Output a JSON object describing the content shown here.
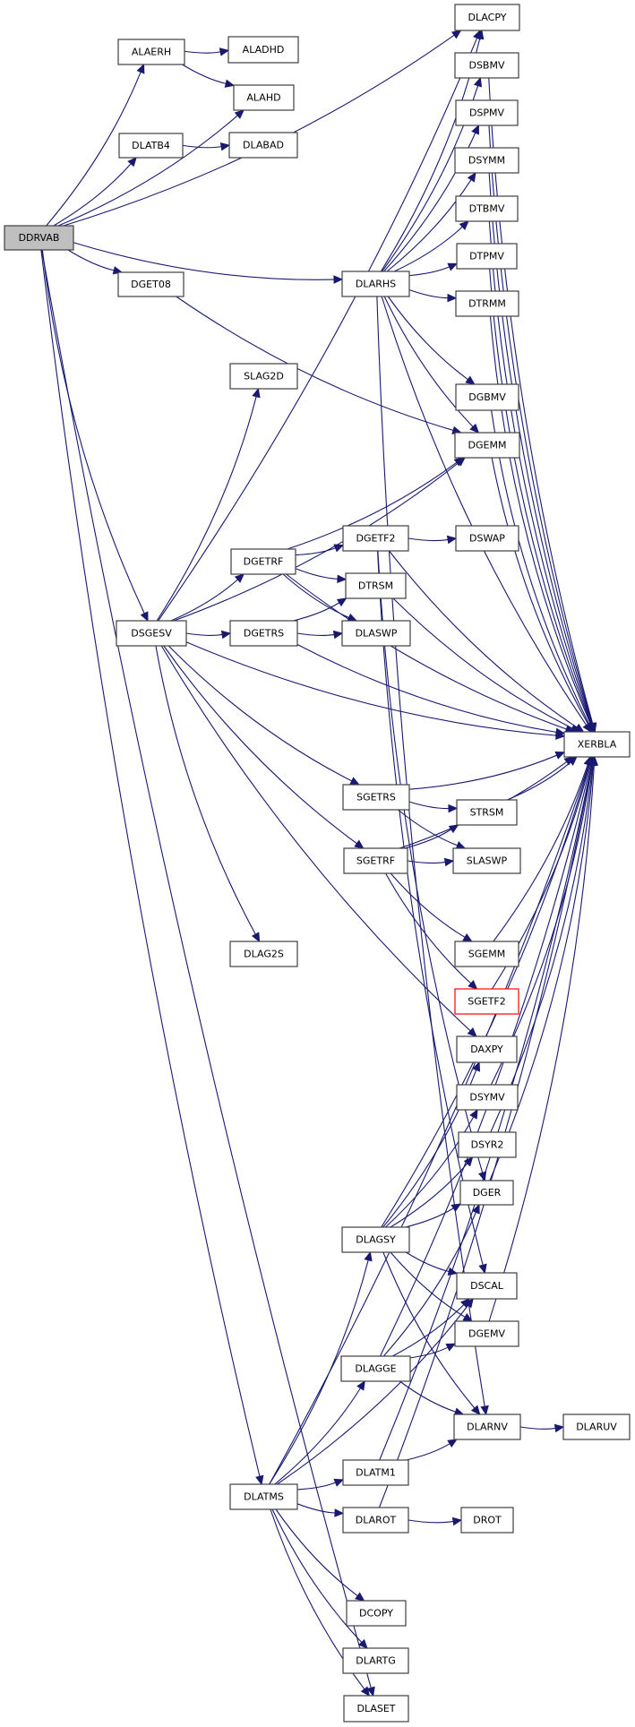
{
  "diagram": {
    "type": "call-graph",
    "root": "DDRVAB",
    "colors": {
      "edge": "#191970",
      "root_fill": "#bfbfbf",
      "node_border": "#404040",
      "highlight_border": "#ff0000"
    },
    "nodes": [
      {
        "id": "DDRVAB",
        "label": "DDRVAB",
        "style": "root"
      },
      {
        "id": "ALAERH",
        "label": "ALAERH"
      },
      {
        "id": "ALADHD",
        "label": "ALADHD"
      },
      {
        "id": "ALAHD",
        "label": "ALAHD"
      },
      {
        "id": "DLATB4",
        "label": "DLATB4"
      },
      {
        "id": "DLABAD",
        "label": "DLABAD"
      },
      {
        "id": "DGET08",
        "label": "DGET08"
      },
      {
        "id": "DLACPY",
        "label": "DLACPY"
      },
      {
        "id": "DSBMV",
        "label": "DSBMV"
      },
      {
        "id": "DSPMV",
        "label": "DSPMV"
      },
      {
        "id": "DSYMM",
        "label": "DSYMM"
      },
      {
        "id": "DTBMV",
        "label": "DTBMV"
      },
      {
        "id": "DTPMV",
        "label": "DTPMV"
      },
      {
        "id": "DTRMM",
        "label": "DTRMM"
      },
      {
        "id": "DLARHS",
        "label": "DLARHS"
      },
      {
        "id": "DGBMV",
        "label": "DGBMV"
      },
      {
        "id": "DGEMM",
        "label": "DGEMM"
      },
      {
        "id": "SLAG2D",
        "label": "SLAG2D"
      },
      {
        "id": "DGETF2",
        "label": "DGETF2"
      },
      {
        "id": "DSWAP",
        "label": "DSWAP"
      },
      {
        "id": "DGETRF",
        "label": "DGETRF"
      },
      {
        "id": "DTRSM",
        "label": "DTRSM"
      },
      {
        "id": "DSGESV",
        "label": "DSGESV"
      },
      {
        "id": "DGETRS",
        "label": "DGETRS"
      },
      {
        "id": "DLASWP",
        "label": "DLASWP"
      },
      {
        "id": "XERBLA",
        "label": "XERBLA"
      },
      {
        "id": "SGETRS",
        "label": "SGETRS"
      },
      {
        "id": "STRSM",
        "label": "STRSM"
      },
      {
        "id": "SGETRF",
        "label": "SGETRF"
      },
      {
        "id": "SLASWP",
        "label": "SLASWP"
      },
      {
        "id": "DLAG2S",
        "label": "DLAG2S"
      },
      {
        "id": "SGEMM",
        "label": "SGEMM"
      },
      {
        "id": "SGETF2",
        "label": "SGETF2",
        "style": "highlight"
      },
      {
        "id": "DAXPY",
        "label": "DAXPY"
      },
      {
        "id": "DSYMV",
        "label": "DSYMV"
      },
      {
        "id": "DSYR2",
        "label": "DSYR2"
      },
      {
        "id": "DGER",
        "label": "DGER"
      },
      {
        "id": "DLAGSY",
        "label": "DLAGSY"
      },
      {
        "id": "DSCAL",
        "label": "DSCAL"
      },
      {
        "id": "DGEMV",
        "label": "DGEMV"
      },
      {
        "id": "DLAGGE",
        "label": "DLAGGE"
      },
      {
        "id": "DLARNV",
        "label": "DLARNV"
      },
      {
        "id": "DLARUV",
        "label": "DLARUV"
      },
      {
        "id": "DLATM1",
        "label": "DLATM1"
      },
      {
        "id": "DLATMS",
        "label": "DLATMS"
      },
      {
        "id": "DLAROT",
        "label": "DLAROT"
      },
      {
        "id": "DROT",
        "label": "DROT"
      },
      {
        "id": "DCOPY",
        "label": "DCOPY"
      },
      {
        "id": "DLARTG",
        "label": "DLARTG"
      },
      {
        "id": "DLASET",
        "label": "DLASET"
      }
    ],
    "edges": [
      [
        "DDRVAB",
        "ALAERH"
      ],
      [
        "DDRVAB",
        "ALAHD"
      ],
      [
        "DDRVAB",
        "DLATB4"
      ],
      [
        "DDRVAB",
        "DLACPY"
      ],
      [
        "DDRVAB",
        "DLARHS"
      ],
      [
        "DDRVAB",
        "DGET08"
      ],
      [
        "DDRVAB",
        "DSGESV"
      ],
      [
        "DDRVAB",
        "DLATMS"
      ],
      [
        "DDRVAB",
        "DLASET"
      ],
      [
        "ALAERH",
        "ALADHD"
      ],
      [
        "ALAERH",
        "ALAHD"
      ],
      [
        "DLATB4",
        "DLABAD"
      ],
      [
        "DGET08",
        "DGEMM"
      ],
      [
        "DLARHS",
        "DLACPY"
      ],
      [
        "DLARHS",
        "DSBMV"
      ],
      [
        "DLARHS",
        "DSPMV"
      ],
      [
        "DLARHS",
        "DSYMM"
      ],
      [
        "DLARHS",
        "DTBMV"
      ],
      [
        "DLARHS",
        "DTPMV"
      ],
      [
        "DLARHS",
        "DTRMM"
      ],
      [
        "DLARHS",
        "DGBMV"
      ],
      [
        "DLARHS",
        "DGEMM"
      ],
      [
        "DLARHS",
        "XERBLA"
      ],
      [
        "DLARHS",
        "DLARNV"
      ],
      [
        "DSBMV",
        "XERBLA"
      ],
      [
        "DSPMV",
        "XERBLA"
      ],
      [
        "DSYMM",
        "XERBLA"
      ],
      [
        "DTBMV",
        "XERBLA"
      ],
      [
        "DTPMV",
        "XERBLA"
      ],
      [
        "DTRMM",
        "XERBLA"
      ],
      [
        "DGBMV",
        "XERBLA"
      ],
      [
        "DGEMM",
        "XERBLA"
      ],
      [
        "DSGESV",
        "DLACPY"
      ],
      [
        "DSGESV",
        "SLAG2D"
      ],
      [
        "DSGESV",
        "DGEMM"
      ],
      [
        "DSGESV",
        "DGETRF"
      ],
      [
        "DSGESV",
        "DGETRS"
      ],
      [
        "DSGESV",
        "XERBLA"
      ],
      [
        "DSGESV",
        "SGETRS"
      ],
      [
        "DSGESV",
        "SGETRF"
      ],
      [
        "DSGESV",
        "DLAG2S"
      ],
      [
        "DSGESV",
        "DAXPY"
      ],
      [
        "DGETRF",
        "DGEMM"
      ],
      [
        "DGETRF",
        "DGETF2"
      ],
      [
        "DGETRF",
        "DTRSM"
      ],
      [
        "DGETRF",
        "DLASWP"
      ],
      [
        "DGETRF",
        "XERBLA"
      ],
      [
        "DGETF2",
        "DSWAP"
      ],
      [
        "DGETF2",
        "XERBLA"
      ],
      [
        "DGETF2",
        "DSCAL"
      ],
      [
        "DGETF2",
        "DGER"
      ],
      [
        "DGETRS",
        "DTRSM"
      ],
      [
        "DGETRS",
        "DLASWP"
      ],
      [
        "DGETRS",
        "XERBLA"
      ],
      [
        "DTRSM",
        "XERBLA"
      ],
      [
        "SGETRS",
        "XERBLA"
      ],
      [
        "SGETRS",
        "STRSM"
      ],
      [
        "SGETRS",
        "SLASWP"
      ],
      [
        "SGETRF",
        "STRSM"
      ],
      [
        "SGETRF",
        "SLASWP"
      ],
      [
        "SGETRF",
        "XERBLA"
      ],
      [
        "SGETRF",
        "SGEMM"
      ],
      [
        "SGETRF",
        "SGETF2"
      ],
      [
        "STRSM",
        "XERBLA"
      ],
      [
        "SGEMM",
        "XERBLA"
      ],
      [
        "SGETF2",
        "XERBLA"
      ],
      [
        "DSYMV",
        "XERBLA"
      ],
      [
        "DSYR2",
        "XERBLA"
      ],
      [
        "DGER",
        "XERBLA"
      ],
      [
        "DGEMV",
        "XERBLA"
      ],
      [
        "DLAGSY",
        "DAXPY"
      ],
      [
        "DLAGSY",
        "DSYMV"
      ],
      [
        "DLAGSY",
        "DSYR2"
      ],
      [
        "DLAGSY",
        "DGER"
      ],
      [
        "DLAGSY",
        "XERBLA"
      ],
      [
        "DLAGSY",
        "DSCAL"
      ],
      [
        "DLAGSY",
        "DGEMV"
      ],
      [
        "DLAGSY",
        "DLARNV"
      ],
      [
        "DLAGGE",
        "DGER"
      ],
      [
        "DLAGGE",
        "DSCAL"
      ],
      [
        "DLAGGE",
        "DGEMV"
      ],
      [
        "DLAGGE",
        "XERBLA"
      ],
      [
        "DLAGGE",
        "DLARNV"
      ],
      [
        "DLARNV",
        "DLARUV"
      ],
      [
        "DLATM1",
        "DLARNV"
      ],
      [
        "DLATM1",
        "XERBLA"
      ],
      [
        "DLATMS",
        "DLAGSY"
      ],
      [
        "DLATMS",
        "DSCAL"
      ],
      [
        "DLATMS",
        "DLAGGE"
      ],
      [
        "DLATMS",
        "DLATM1"
      ],
      [
        "DLATMS",
        "DLAROT"
      ],
      [
        "DLATMS",
        "XERBLA"
      ],
      [
        "DLATMS",
        "DCOPY"
      ],
      [
        "DLATMS",
        "DLARTG"
      ],
      [
        "DLATMS",
        "DLASET"
      ],
      [
        "DLAROT",
        "DROT"
      ],
      [
        "DLAROT",
        "XERBLA"
      ]
    ]
  }
}
